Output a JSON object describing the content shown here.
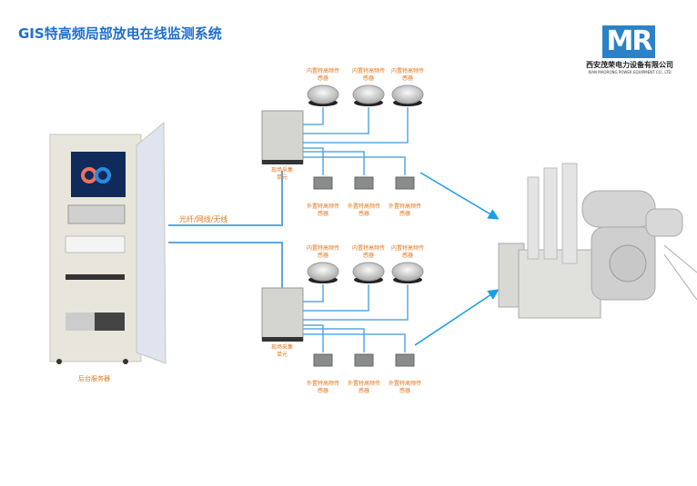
{
  "title": "GIS特高频局部放电在线监测系统",
  "logo": {
    "letters": "MR",
    "company_cn": "西安茂荣电力设备有限公司",
    "company_en": "XIAN MAORONG POWER EQUIPMENT CO., LTD",
    "color": "#2a82c8"
  },
  "server_label": "后台服务器",
  "link_label": "光纤/网线/无线",
  "groups": [
    {
      "unit_label": "现场采集单元",
      "inner_sensors": [
        "内置特高频传感器",
        "内置特高频传感器",
        "内置特高频传感器"
      ],
      "outer_sensors": [
        "外置特高频传感器",
        "外置特高频传感器",
        "外置特高频传感器"
      ]
    },
    {
      "unit_label": "现场采集单元",
      "inner_sensors": [
        "内置特高频传感器",
        "内置特高频传感器",
        "内置特高频传感器"
      ],
      "outer_sensors": [
        "外置特高频传感器",
        "外置特高频传感器",
        "外置特高频传感器"
      ]
    }
  ],
  "colors": {
    "title": "#1f6fd1",
    "label": "#e2761a",
    "line": "#5aa8e0",
    "arrow": "#1aa0e0"
  }
}
